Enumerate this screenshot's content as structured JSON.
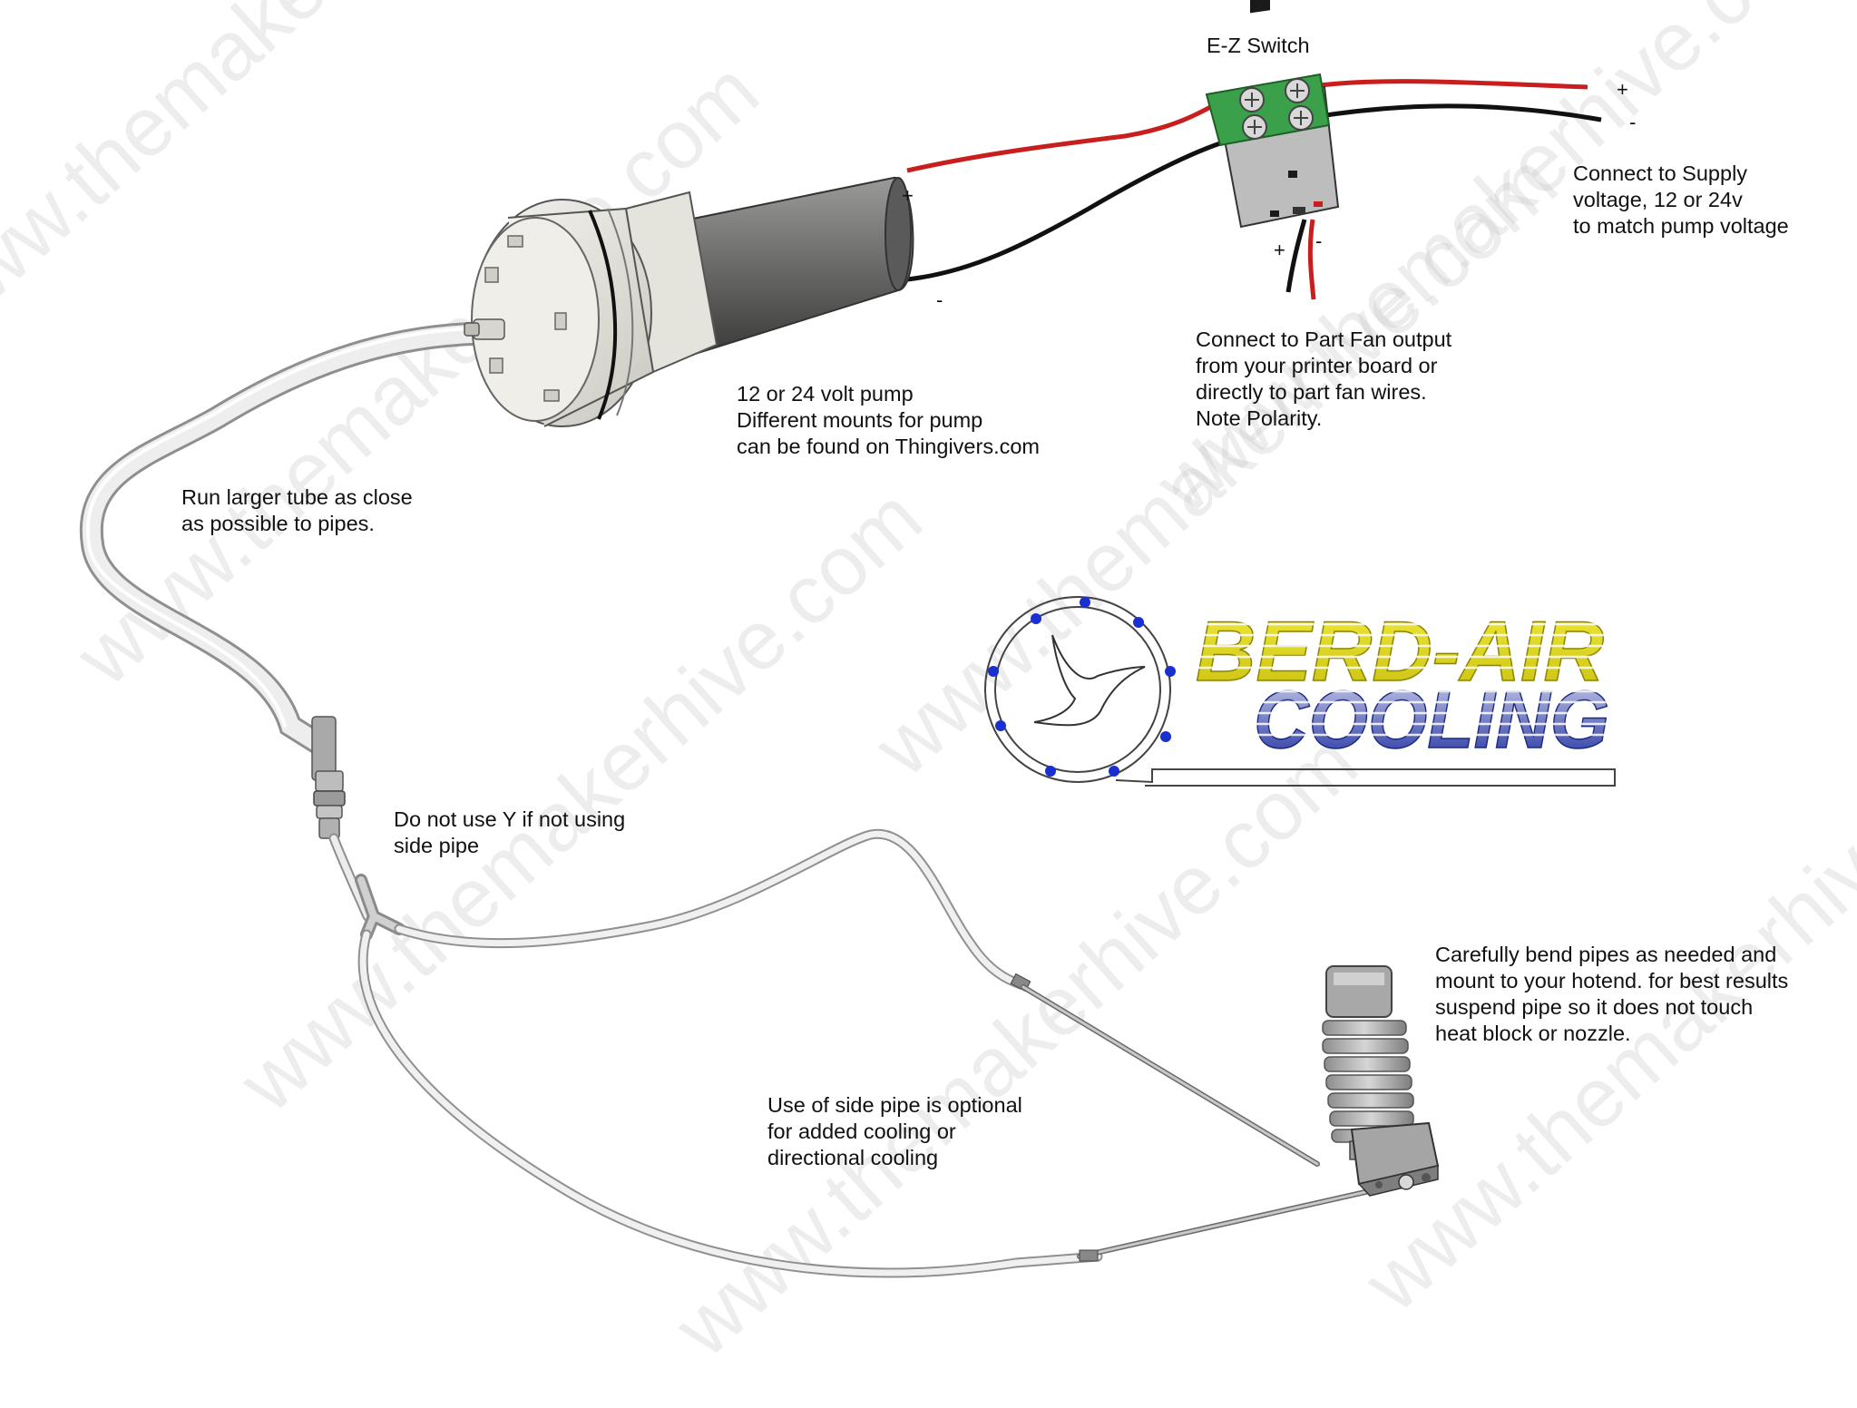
{
  "watermark": "www.themakerhive.com",
  "labels": {
    "switch_title": "E-Z Switch",
    "supply_lines": [
      "Connect to Supply",
      "voltage, 12 or 24v",
      "to match pump voltage"
    ],
    "partfan_lines": [
      "Connect to Part Fan output",
      "from your printer board or",
      "directly to part fan wires.",
      "Note Polarity."
    ],
    "pump_lines": [
      "12 or 24 volt pump",
      "Different mounts for pump",
      "can be found on Thingivers.com"
    ],
    "tube_lines": [
      "Run larger tube as close",
      "as possible to pipes."
    ],
    "y_lines": [
      "Do not use Y if not using",
      "side pipe"
    ],
    "bend_lines": [
      "Carefully bend pipes as needed and",
      "mount to your hotend. for best results",
      "suspend pipe so it does not touch",
      "heat block or nozzle."
    ],
    "side_lines": [
      "Use of side pipe is optional",
      "for added cooling or",
      "directional cooling"
    ]
  },
  "polarity": {
    "plus": "+",
    "minus": "-"
  },
  "logo": {
    "line1": "BERD-AIR",
    "line2": "COOLING"
  },
  "colors": {
    "wire_red": "#c81e1e",
    "wire_black": "#111111",
    "terminal_green": "#3aa14a",
    "logo_yellow": "#e8e020",
    "logo_blue": "#2a3aa8",
    "logo_dots": "#1a2fd0"
  }
}
